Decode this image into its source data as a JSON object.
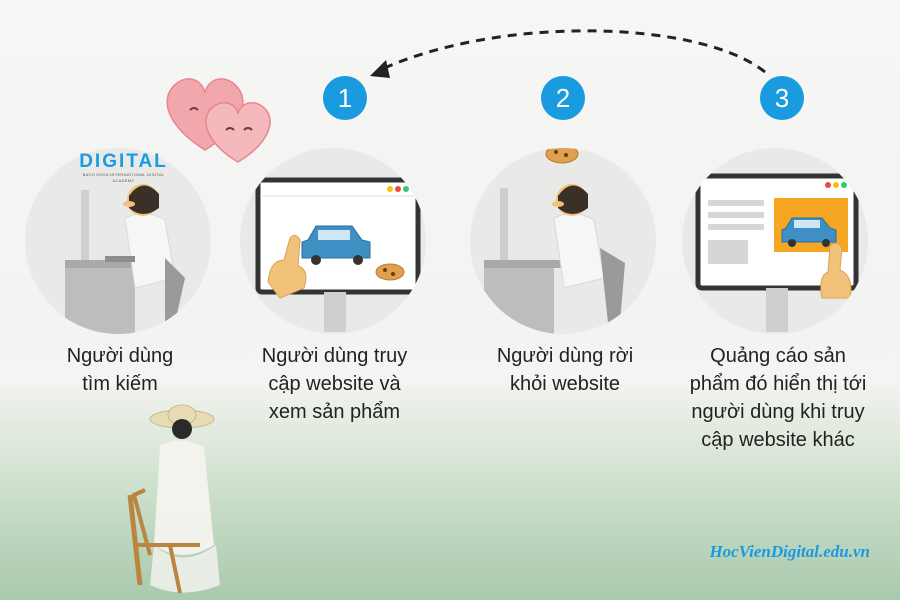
{
  "logo": {
    "main": "DIGITAL",
    "sub": "BACH KHOA INTERNATIONAL DIGITAL ACADEMY"
  },
  "steps": [
    {
      "number": "1",
      "caption_lines": [
        "Người dùng truy",
        "cập website và",
        "xem sản phẩm"
      ]
    },
    {
      "number": "2",
      "caption_lines": [
        "Người dùng rời",
        "khỏi website"
      ]
    },
    {
      "number": "3",
      "caption_lines": [
        "Quảng cáo sản",
        "phẩm đó hiển thị tới",
        "người dùng khi truy",
        "cập website khác"
      ]
    }
  ],
  "start": {
    "caption_lines": [
      "Người dùng",
      "tìm kiếm"
    ]
  },
  "watermark": "HocVienDigital.edu.vn",
  "colors": {
    "accent": "#1a9be0",
    "heart": "#f2a7ad",
    "car": "#3d8fc4",
    "skin": "#f2c27a"
  }
}
